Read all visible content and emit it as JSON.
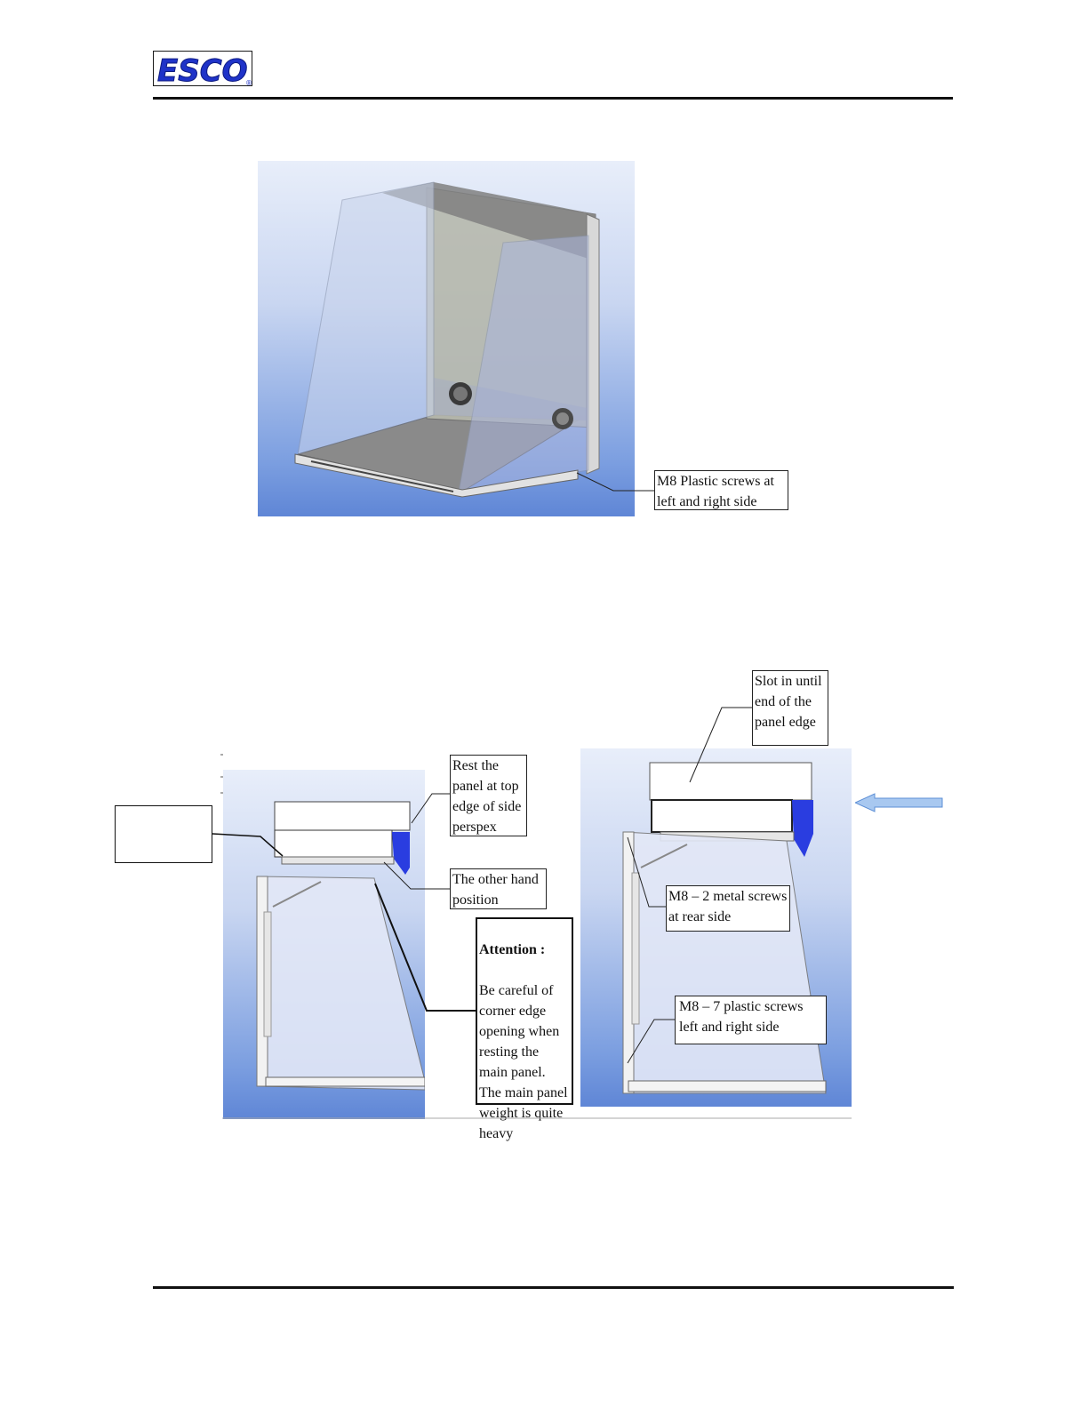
{
  "header": {
    "logo_text": "ESCO",
    "registered_mark": "®"
  },
  "figure1": {
    "callout_screws": "M8 Plastic screws at left and right side"
  },
  "figure2": {
    "callout_rest": "Rest the panel at top edge of side perspex",
    "callout_other_hand": "The other hand position",
    "attention_title": "Attention :",
    "attention_body": "Be careful of corner edge opening when resting the main panel. The main panel weight is quite heavy",
    "callout_slot": "Slot in until end of the panel edge",
    "callout_metal": "M8 – 2 metal screws at rear side",
    "callout_plastic": "M8 – 7 plastic screws left and right side",
    "callout_empty": ""
  },
  "colors": {
    "logo_blue": "#1f33c8",
    "bg_gradient_top": "#e8eefa",
    "bg_gradient_bottom": "#5f86d6",
    "arrow_fill": "#a8c8f0",
    "clip_blue": "#2a3de0"
  },
  "icons": {
    "direction_arrow": "left-arrow-icon"
  }
}
